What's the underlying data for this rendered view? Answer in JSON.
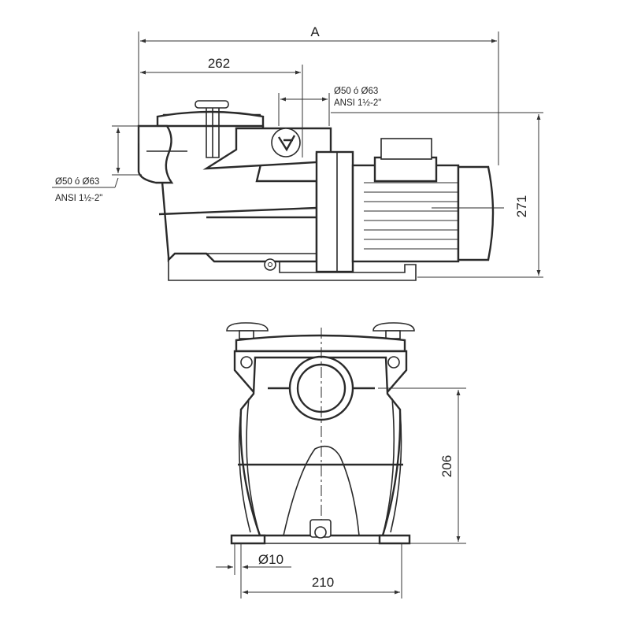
{
  "dimensions": {
    "overall_length": "A",
    "suction_offset": "262",
    "total_height": "271",
    "port_height": "206",
    "base_width": "210",
    "bolt_hole": "Ø10"
  },
  "connections": {
    "outlet_size": "Ø50 ó Ø63",
    "outlet_thread": "ANSI 1½-2\"",
    "inlet_size": "Ø50 ó Ø63",
    "inlet_thread": "ANSI 1½-2\""
  }
}
